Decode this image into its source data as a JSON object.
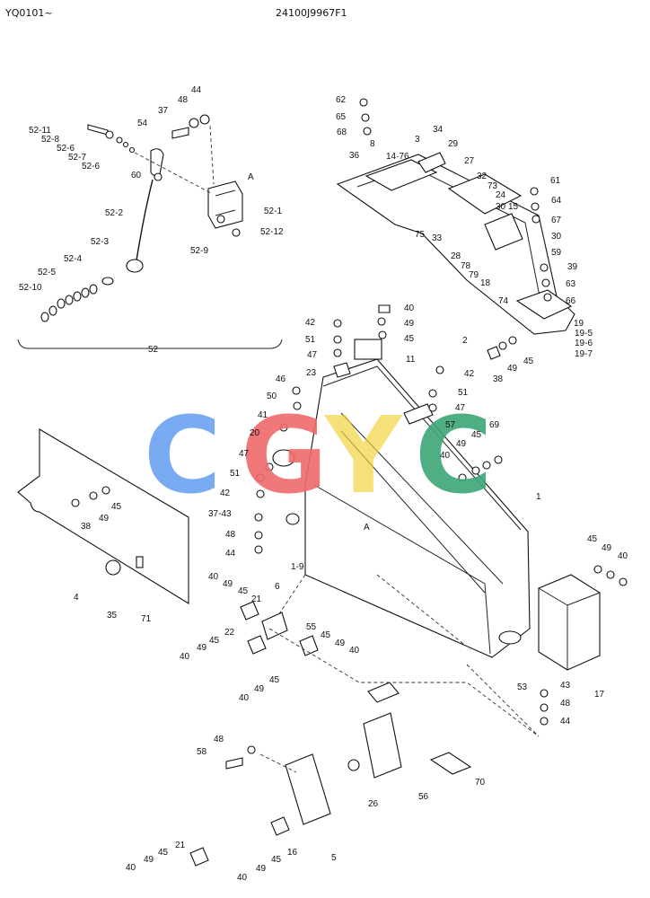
{
  "header": {
    "model_range": "YQ0101~",
    "drawing_number": "24100J9967F1"
  },
  "group_label": "52",
  "view_label": "A",
  "watermark": {
    "letters": [
      "C",
      "G",
      "Y",
      "C"
    ],
    "colors": [
      "#6aa3f0",
      "#f06a6a",
      "#f3d23a",
      "#3ea678"
    ]
  },
  "callouts": {
    "52-11": "52-11",
    "52-8": "52-8",
    "52-6a": "52-6",
    "52-7": "52-7",
    "52-6b": "52-6",
    "54": "54",
    "37a": "37",
    "48a": "48",
    "44a": "44",
    "60": "60",
    "52-2": "52-2",
    "52-1": "52-1",
    "52-9": "52-9",
    "52-12": "52-12",
    "52-3": "52-3",
    "52-4": "52-4",
    "52-5": "52-5",
    "52-10": "52-10",
    "62": "62",
    "65": "65",
    "68": "68",
    "3": "3",
    "34": "34",
    "8": "8",
    "36": "36",
    "14-76": "14·76",
    "29": "29",
    "27": "27",
    "32": "32",
    "73": "73",
    "24": "24",
    "30a": "30",
    "15": "15",
    "61": "61",
    "64": "64",
    "67": "67",
    "30b": "30",
    "75": "75",
    "33": "33",
    "28": "28",
    "78": "78",
    "79": "79",
    "18": "18",
    "74": "74",
    "59": "59",
    "39": "39",
    "63": "63",
    "66": "66",
    "19": "19",
    "19-5": "19-5",
    "19-6": "19-6",
    "19-7": "19-7",
    "2": "2",
    "49a": "49",
    "45a": "45",
    "38a": "38",
    "40a": "40",
    "42a": "42",
    "49b": "49",
    "51a": "51",
    "45b": "45",
    "47a": "47",
    "11": "11",
    "23": "23",
    "42b": "42",
    "51b": "51",
    "47b": "47",
    "46": "46",
    "50": "50",
    "41": "41",
    "20": "20",
    "47c": "47",
    "51c": "51",
    "42c": "42",
    "37-43": "37-43",
    "48b": "48",
    "44b": "44",
    "1-9": "1-9",
    "57": "57",
    "69": "69",
    "49c": "49",
    "45c": "45",
    "40b": "40",
    "1": "1",
    "38b": "38",
    "49d": "49",
    "45d": "45",
    "4": "4",
    "35": "35",
    "71": "71",
    "40c": "40",
    "49e": "49",
    "45e": "45",
    "21a": "21",
    "6": "6",
    "22": "22",
    "45f": "45",
    "49f": "49",
    "40d": "40",
    "55": "55",
    "45g": "45",
    "49g": "49",
    "40e": "40",
    "40f": "40",
    "49h": "49",
    "45h": "45",
    "45i": "45",
    "49i": "49",
    "40g": "40",
    "53": "53",
    "17": "17",
    "43": "43",
    "48c": "48",
    "44c": "44",
    "48d": "48",
    "58": "58",
    "26": "26",
    "56": "56",
    "70": "70",
    "5": "5",
    "21b": "21",
    "16": "16",
    "45j": "45",
    "49j": "49",
    "40h": "40",
    "40i": "40",
    "49k": "49",
    "45k": "45"
  }
}
